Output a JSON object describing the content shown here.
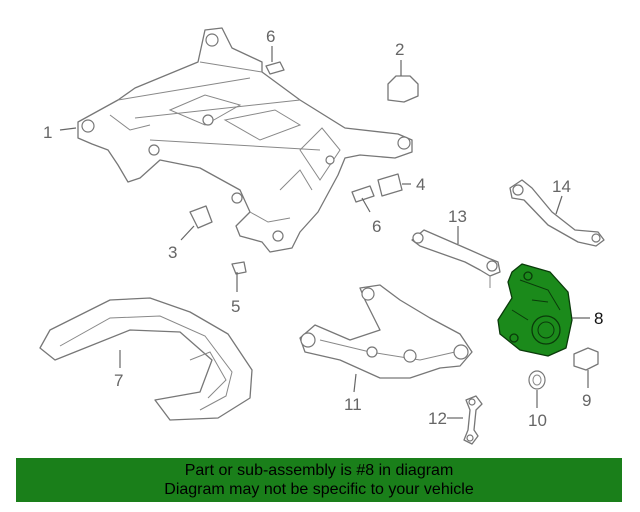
{
  "callouts": [
    {
      "id": "1",
      "label": "1"
    },
    {
      "id": "2",
      "label": "2"
    },
    {
      "id": "3",
      "label": "3"
    },
    {
      "id": "4",
      "label": "4"
    },
    {
      "id": "5",
      "label": "5"
    },
    {
      "id": "6a",
      "label": "6"
    },
    {
      "id": "6b",
      "label": "6"
    },
    {
      "id": "7",
      "label": "7"
    },
    {
      "id": "8",
      "label": "8"
    },
    {
      "id": "9",
      "label": "9"
    },
    {
      "id": "10",
      "label": "10"
    },
    {
      "id": "11",
      "label": "11"
    },
    {
      "id": "12",
      "label": "12"
    },
    {
      "id": "13",
      "label": "13"
    },
    {
      "id": "14",
      "label": "14"
    }
  ],
  "highlighted_part": "8",
  "colors": {
    "highlight_fill": "#1b8a1b",
    "banner_background": "#1a7f1a",
    "line_art": "#777777"
  },
  "banner": {
    "line1": "Part or sub-assembly is #8 in diagram",
    "line2": "Diagram may not be specific to your vehicle"
  }
}
